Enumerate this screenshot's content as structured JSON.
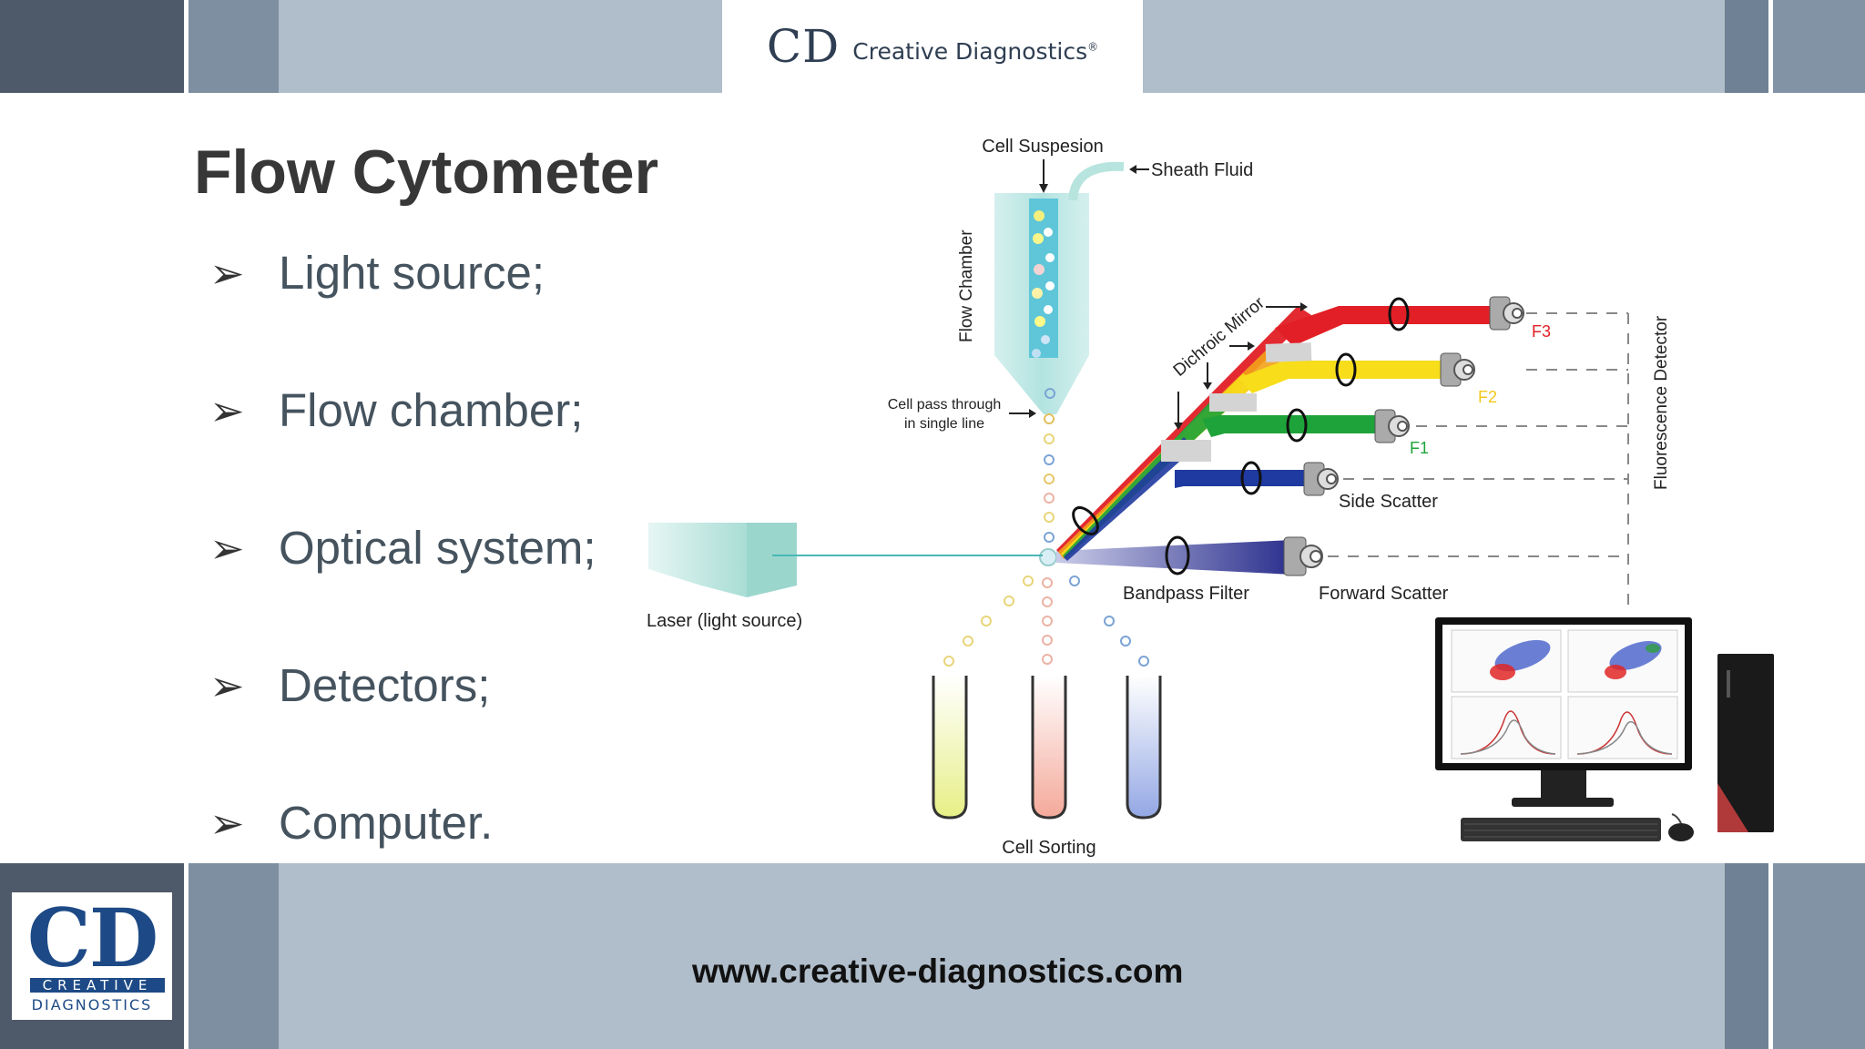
{
  "slide": {
    "title": "Flow Cytometer",
    "bullets": [
      {
        "symbol": "➢",
        "text": "Light source;"
      },
      {
        "symbol": "➢",
        "text": "Flow chamber;"
      },
      {
        "symbol": "➢",
        "text": "Optical system;"
      },
      {
        "symbol": "➢",
        "text": "Detectors;"
      },
      {
        "symbol": "➢",
        "text": "Computer."
      }
    ]
  },
  "brand": {
    "top_logo_mark": "CD",
    "top_logo_name": "Creative Diagnostics",
    "top_logo_reg": "®",
    "bottom_logo_mark": "CD",
    "bottom_logo_line1": "CREATIVE",
    "bottom_logo_line2": "DIAGNOSTICS",
    "website": "www.creative-diagnostics.com"
  },
  "diagram": {
    "cell_suspension": "Cell Suspesion",
    "sheath_fluid": "Sheath Fluid",
    "flow_chamber": "Flow Chamber",
    "single_line_1": "Cell pass through",
    "single_line_2": "in single line",
    "laser": "Laser (light source)",
    "dichroic_mirror": "Dichroic Mirror",
    "f3": "F3",
    "f2": "F2",
    "f1": "F1",
    "side_scatter": "Side Scatter",
    "forward_scatter": "Forward Scatter",
    "bandpass_filter": "Bandpass Filter",
    "fluorescence_detector": "Fluorescence Detector",
    "cell_sorting": "Cell Sorting"
  },
  "colors": {
    "band_dark": "#4e5a69",
    "band_mid": "#7d8fa0",
    "band_light": "#b0bdca",
    "title": "#373737",
    "bullet_text": "#45535e",
    "f3": "#e21f26",
    "f2": "#f7dd1a",
    "f1": "#1ea33a",
    "side": "#1f3aa0",
    "logo_blue": "#1d4a86"
  }
}
